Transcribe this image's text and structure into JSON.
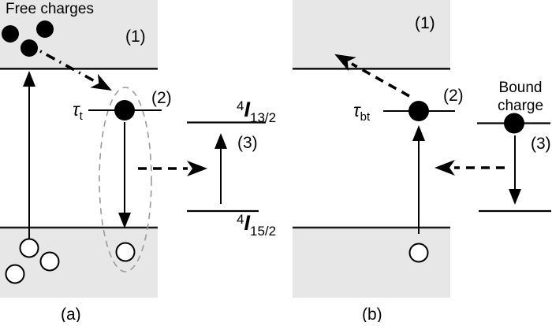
{
  "figure": {
    "panel_a": {
      "caption": "(a)",
      "free_charges_label": "Free charges",
      "label_1": "(1)",
      "label_2": "(2)",
      "label_3": "(3)",
      "tau_symbol": "τ",
      "tau_subscript": "t",
      "er_upper_sup": "4",
      "er_upper_base": "I",
      "er_upper_sub": "13/2",
      "er_lower_sup": "4",
      "er_lower_base": "I",
      "er_lower_sub": "15/2"
    },
    "panel_b": {
      "caption": "(b)",
      "label_1": "(1)",
      "label_2": "(2)",
      "label_3": "(3)",
      "tau_symbol": "τ",
      "tau_subscript": "bt",
      "bound_charge_line1": "Bound",
      "bound_charge_line2": "charge"
    },
    "colors": {
      "band_fill": "#e7e7e7",
      "line": "#000000",
      "ellipse_stroke": "#9a9a9a"
    }
  }
}
